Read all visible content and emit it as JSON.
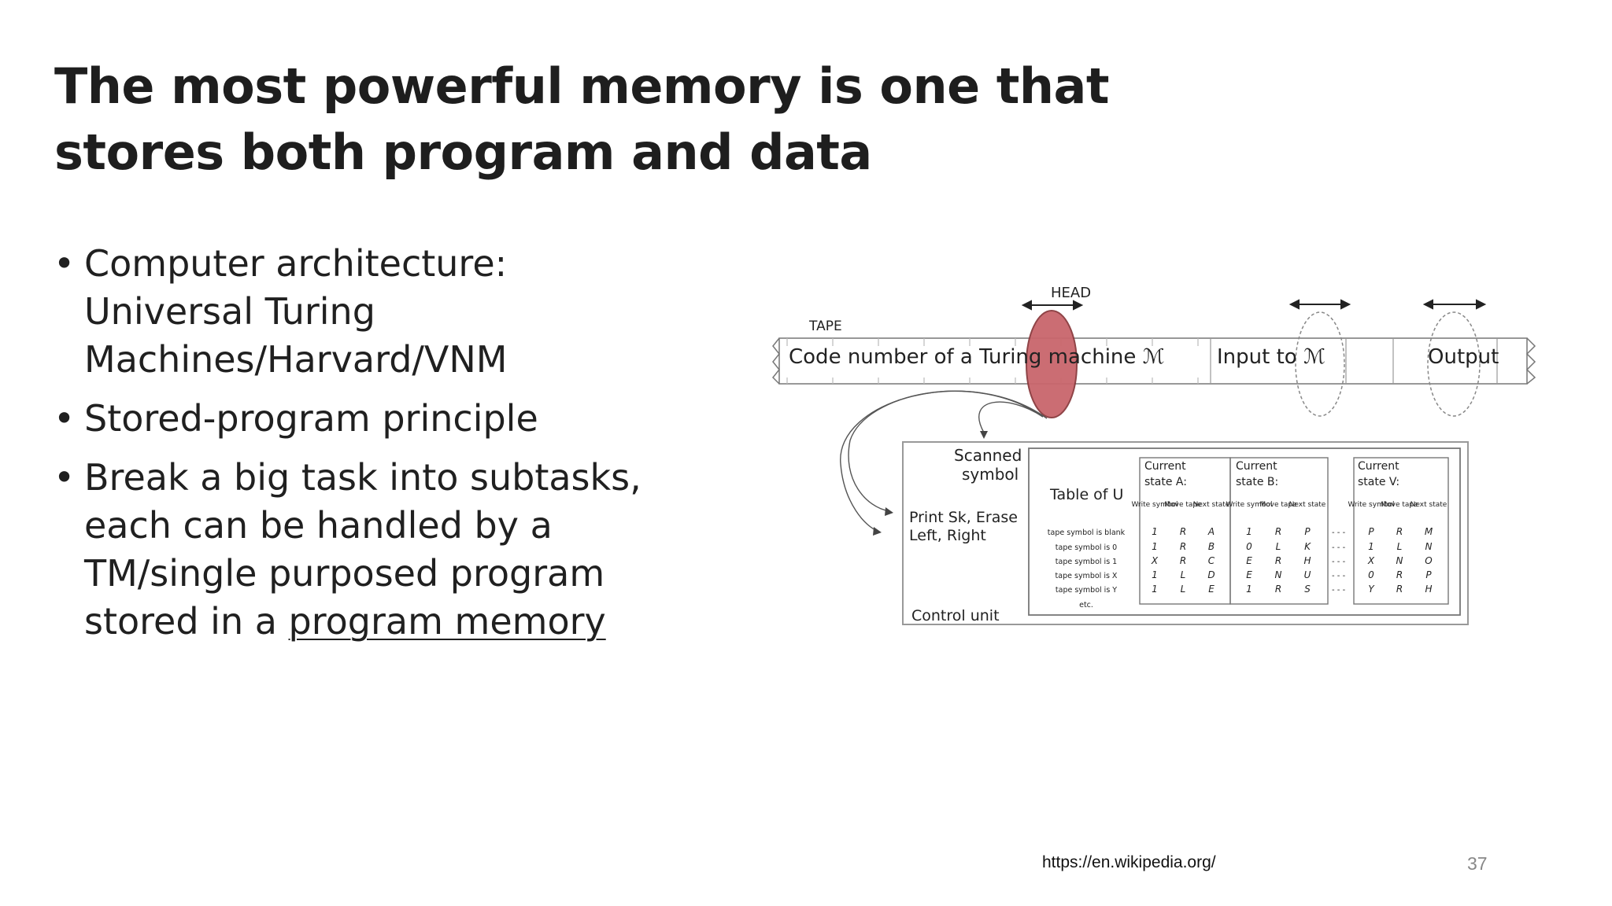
{
  "slide": {
    "title": "The most powerful memory is one that stores both program and data",
    "bullets": [
      {
        "text": "Computer architecture: Universal Turing Machines/Harvard/VNM"
      },
      {
        "text": "Stored-program principle"
      },
      {
        "text_before": "Break a big task into subtasks, each can be handled by a TM/single purposed program stored in a ",
        "link": "program memory"
      }
    ],
    "source": "https://en.wikipedia.org/",
    "page_number": "37"
  },
  "diagram": {
    "head_label": "HEAD",
    "tape_label": "TAPE",
    "tape_code": "Code number of a Turing machine ℳ",
    "tape_input": "Input to ℳ",
    "tape_output": "Output",
    "scanned_symbol_1": "Scanned",
    "scanned_symbol_2": "symbol",
    "print_1": "Print Sk, Erase",
    "print_2": "Left, Right",
    "control_unit": "Control unit",
    "table_title": "Table of U",
    "row_labels": [
      "tape symbol is blank",
      "tape symbol is 0",
      "tape symbol is 1",
      "tape symbol is X",
      "tape symbol is Y",
      "etc."
    ],
    "col_headers": [
      "Write symbol",
      "Move tape",
      "Next state"
    ],
    "states": [
      {
        "title_1": "Current",
        "title_2": "state A:",
        "rows": [
          [
            "1",
            "R",
            "A"
          ],
          [
            "1",
            "R",
            "B"
          ],
          [
            "X",
            "R",
            "C"
          ],
          [
            "1",
            "L",
            "D"
          ],
          [
            "1",
            "L",
            "E"
          ]
        ]
      },
      {
        "title_1": "Current",
        "title_2": "state B:",
        "rows": [
          [
            "1",
            "R",
            "P"
          ],
          [
            "0",
            "L",
            "K"
          ],
          [
            "E",
            "R",
            "H"
          ],
          [
            "E",
            "N",
            "U"
          ],
          [
            "1",
            "R",
            "S"
          ]
        ]
      },
      {
        "title_1": "Current",
        "title_2": "state V:",
        "rows": [
          [
            "P",
            "R",
            "M"
          ],
          [
            "1",
            "L",
            "N"
          ],
          [
            "X",
            "N",
            "O"
          ],
          [
            "0",
            "R",
            "P"
          ],
          [
            "Y",
            "R",
            "H"
          ]
        ]
      }
    ],
    "ellipsis": "- - -",
    "colors": {
      "head_fill": "#c9666c",
      "line": "#555555"
    }
  }
}
